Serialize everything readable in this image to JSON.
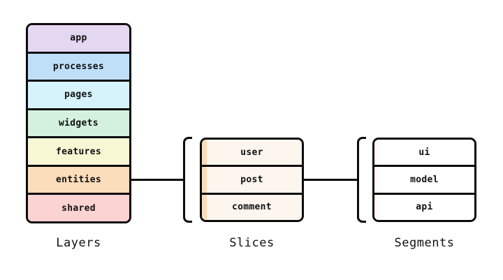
{
  "page": {
    "background_color": "#ffffff",
    "border_color": "#0b0b0b",
    "text_color": "#111111"
  },
  "layers": {
    "caption": "Layers",
    "rows": [
      {
        "label": "app",
        "color": "#E3D7F2"
      },
      {
        "label": "processes",
        "color": "#BFDFF9"
      },
      {
        "label": "pages",
        "color": "#D6F2FB"
      },
      {
        "label": "widgets",
        "color": "#D3F1DE"
      },
      {
        "label": "features",
        "color": "#F7F7D4"
      },
      {
        "label": "entities",
        "color": "#FBDCBB"
      },
      {
        "label": "shared",
        "color": "#FBD3D3"
      }
    ]
  },
  "slices": {
    "caption": "Slices",
    "stripe_color": "#FADCBB",
    "row_color": "#FCF6EF",
    "rows": [
      {
        "label": "user"
      },
      {
        "label": "post"
      },
      {
        "label": "comment"
      }
    ]
  },
  "segments": {
    "caption": "Segments",
    "stripe_color": "#FDFAF7",
    "row_color": "#FFFFFF",
    "rows": [
      {
        "label": "ui"
      },
      {
        "label": "model"
      },
      {
        "label": "api"
      }
    ]
  },
  "connectors": {
    "layers_to_slices": "line",
    "slices_to_segments": "line"
  },
  "brackets": {
    "slices": "left-square-bracket",
    "segments": "left-square-bracket"
  }
}
